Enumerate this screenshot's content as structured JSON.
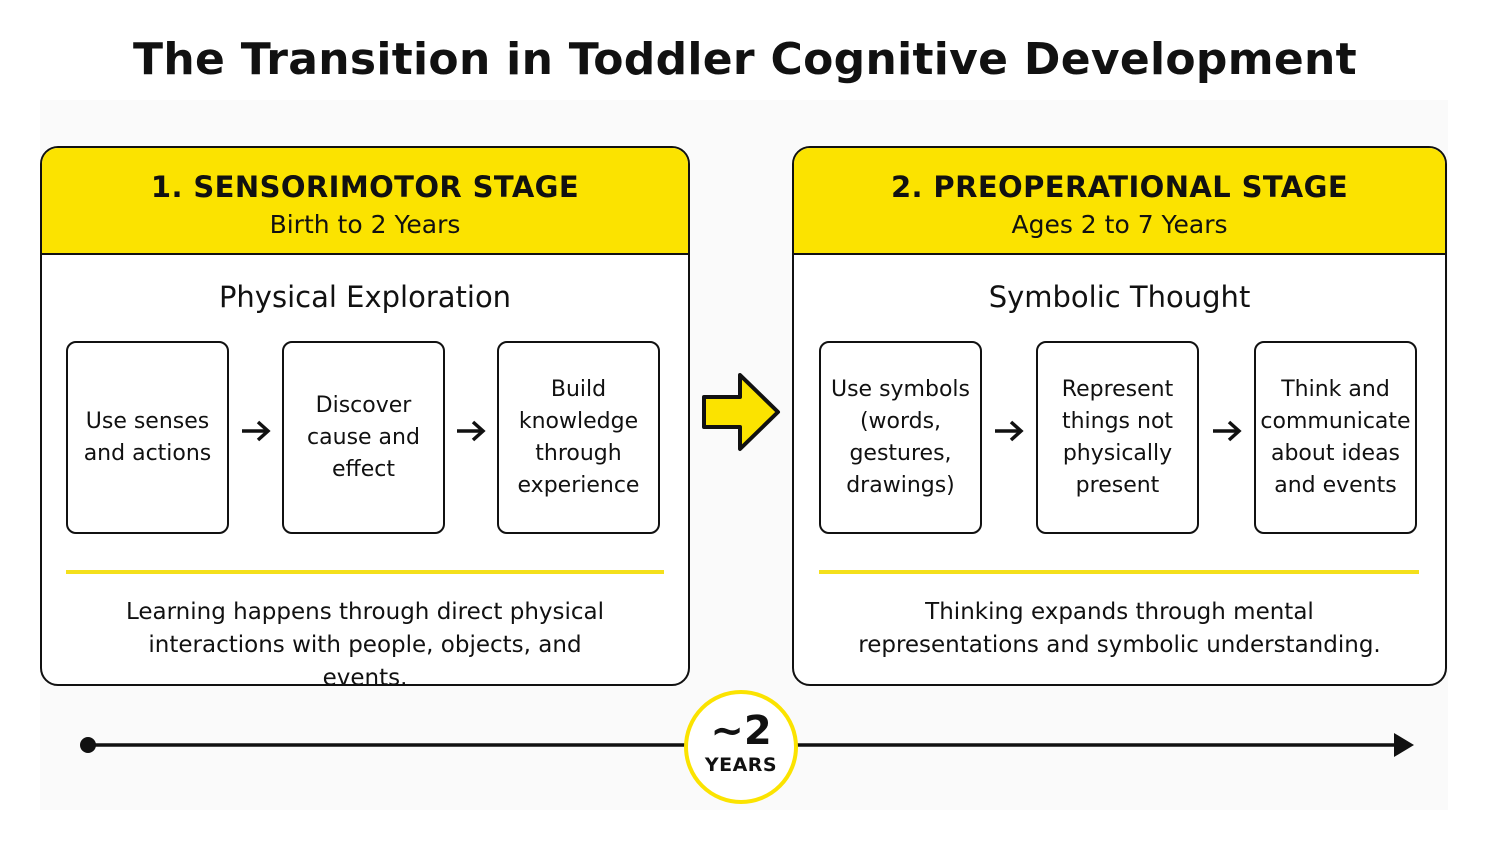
{
  "title": "The Transition in Toddler Cognitive Development",
  "colors": {
    "accent": "#fbe300",
    "ink": "#111111",
    "divider": "#f4e01c"
  },
  "stages": [
    {
      "name": "1. SENSORIMOTOR STAGE",
      "range": "Birth to 2 Years",
      "subtitle": "Physical Exploration",
      "steps": [
        "Use senses and actions",
        "Discover cause and effect",
        "Build knowledge through experience"
      ],
      "summary": "Learning happens through direct physical interactions with people, objects, and events."
    },
    {
      "name": "2. PREOPERATIONAL STAGE",
      "range": "Ages 2 to 7 Years",
      "subtitle": "Symbolic Thought",
      "steps": [
        "Use symbols (words, gestures, drawings)",
        "Represent things not physically present",
        "Think and communicate about ideas and events"
      ],
      "summary": "Thinking expands through mental representations and symbolic understanding."
    }
  ],
  "timeline": {
    "marker_value": "~2",
    "marker_unit": "YEARS"
  },
  "icons": {
    "transition_arrow": "arrow-right-icon",
    "step_arrow": "arrow-right-icon",
    "timeline_start": "dot-icon",
    "timeline_end": "arrowhead-icon"
  }
}
